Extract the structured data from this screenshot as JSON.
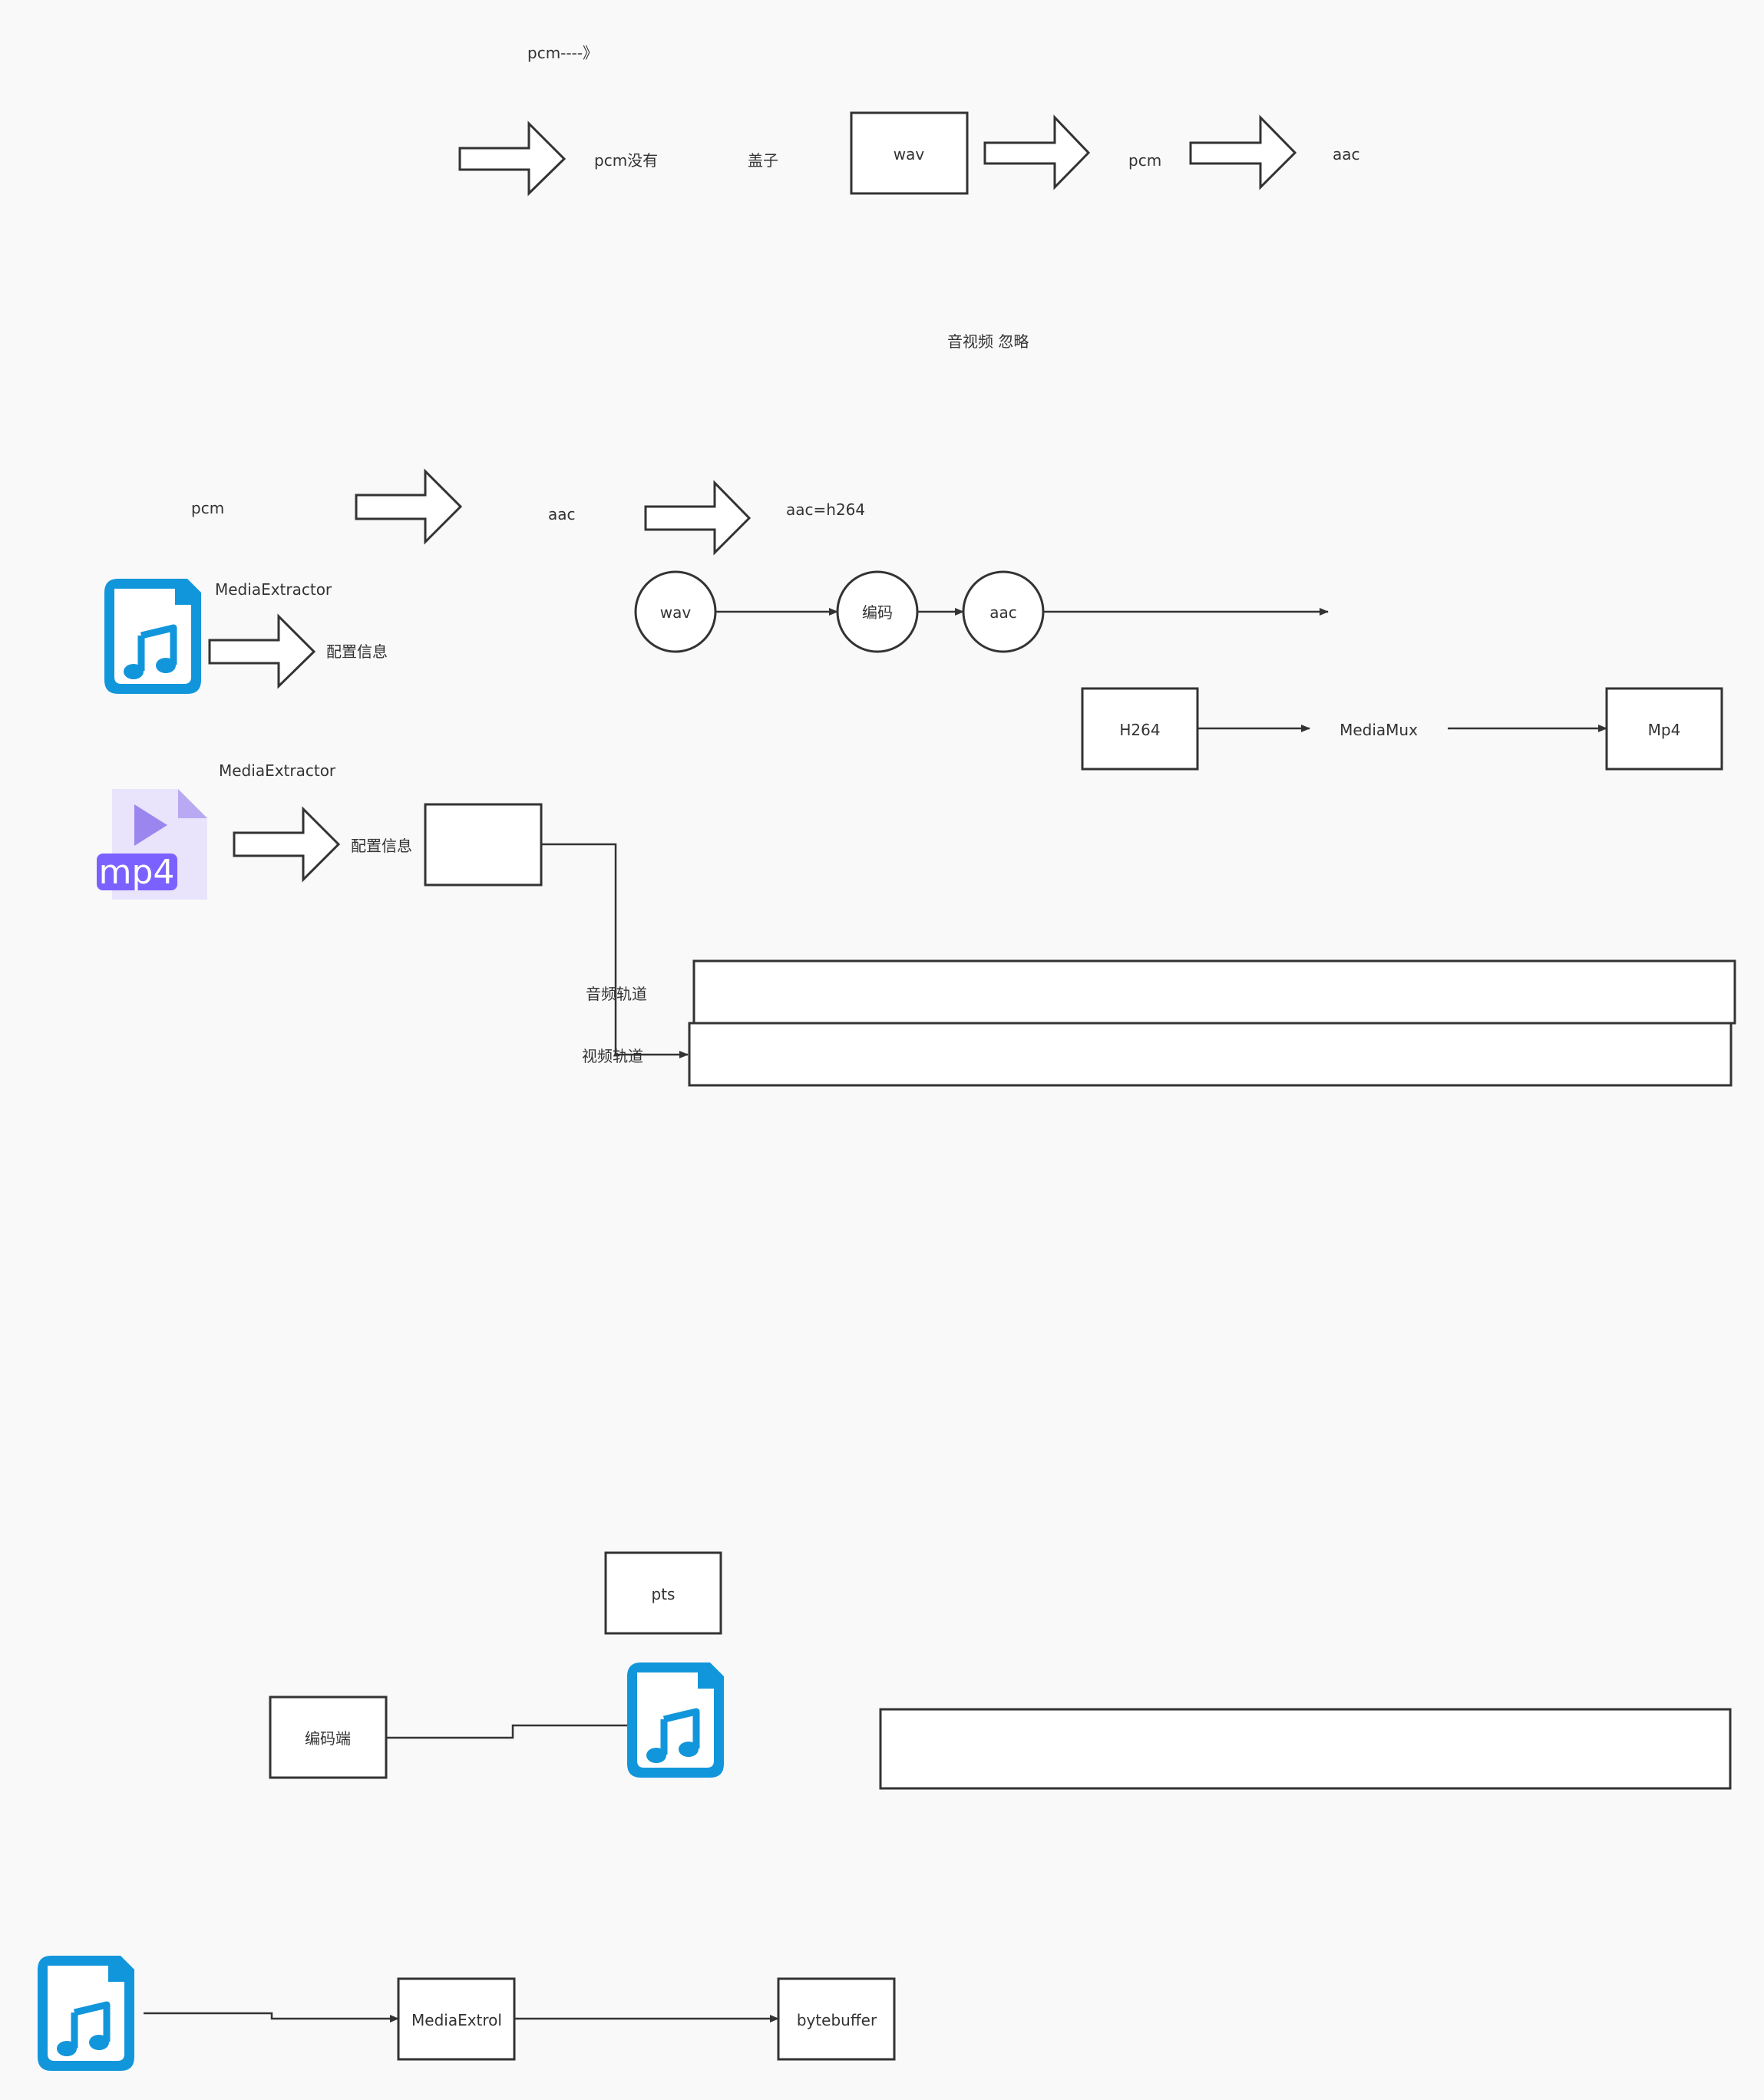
{
  "labels": {
    "pcm_top": "pcm----》",
    "pcm_none": "pcm没有",
    "lid": "盖子",
    "pcm_mid": "pcm",
    "aac_top": "aac",
    "av_ignore": "音视频  忽略",
    "pcm_left": "pcm",
    "aac_mid": "aac",
    "aac_h264": "aac=h264",
    "media_extractor_1": "MediaExtractor",
    "config_info_1": "配置信息",
    "media_extractor_2": "MediaExtractor",
    "config_info_2": "配置信息",
    "audio_track": "音频轨道",
    "video_track": "视频轨道",
    "media_mux": "MediaMux"
  },
  "boxes": {
    "wav_box": "wav",
    "h264_box": "H264",
    "mp4_box": "Mp4",
    "pts_box": "pts",
    "encoder_box": "编码端",
    "media_extrol_box": "MediaExtrol",
    "bytebuffer_box": "bytebuffer"
  },
  "circles": {
    "wav": "wav",
    "encode": "编码",
    "aac": "aac"
  },
  "icons": {
    "mp4_file_label": "mp4",
    "audio_file_color": "#1296db",
    "mp4_file_color": "#7b61ff"
  },
  "colors": {
    "stroke": "#333333",
    "background": "#f9f9f9"
  }
}
